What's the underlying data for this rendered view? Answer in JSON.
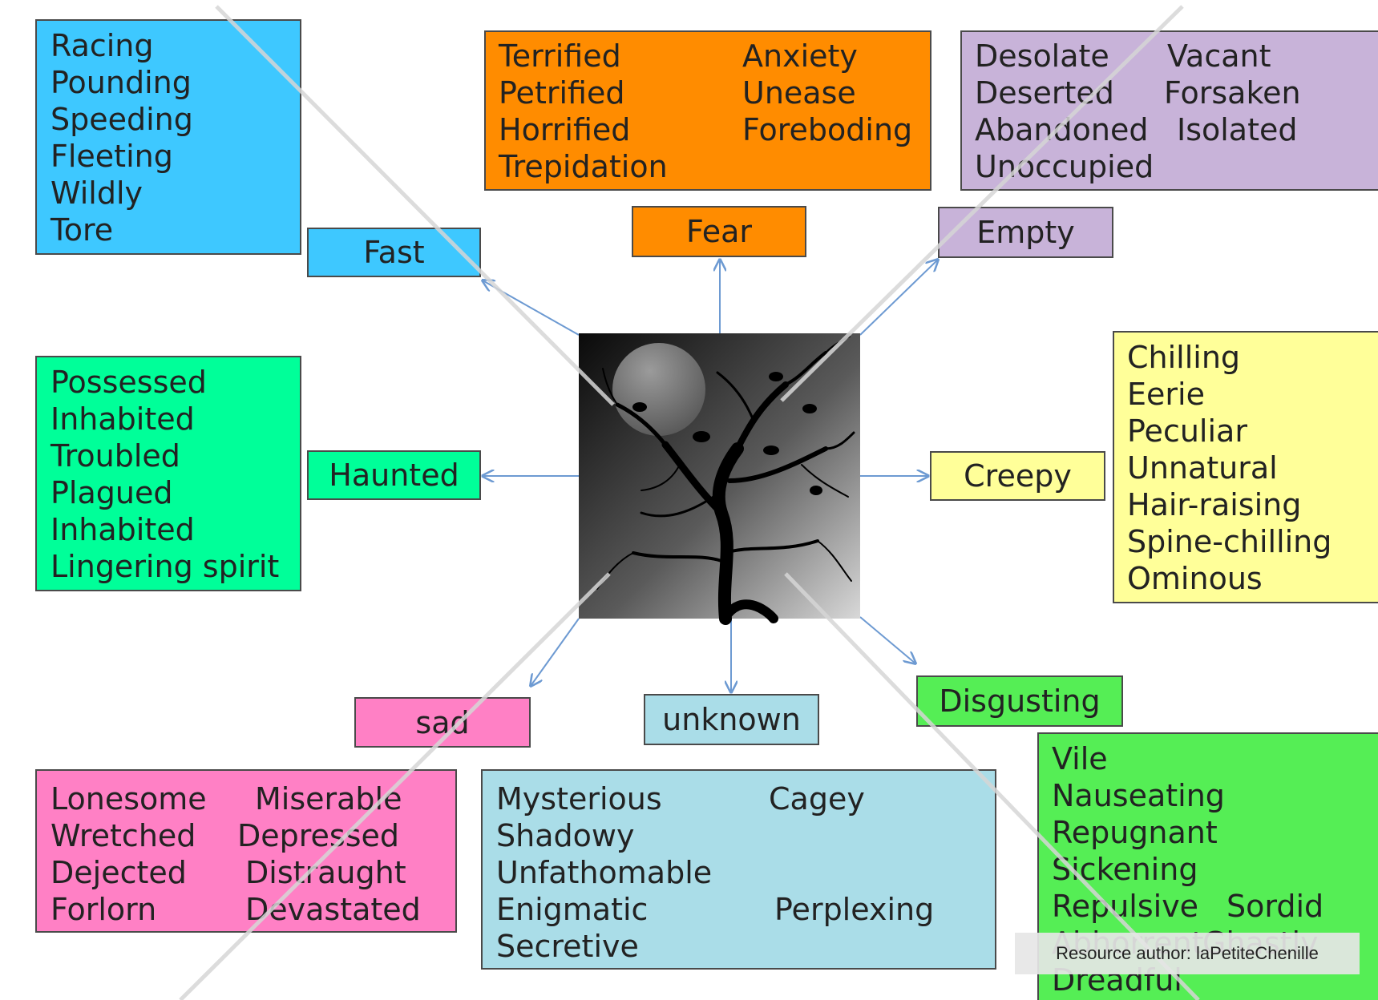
{
  "colors": {
    "fast": "#3ec8ff",
    "fear": "#ff8c00",
    "empty": "#c8b3d9",
    "haunted": "#00ff99",
    "creepy": "#ffff99",
    "sad": "#ff80c5",
    "unknown": "#aadde8",
    "disgusting": "#55ee55",
    "arrow": "#6d9ad2"
  },
  "center_image": {
    "icon": "dead-tree-with-crows-icon"
  },
  "categories": {
    "fast": {
      "label": "Fast",
      "words": [
        "Racing",
        "Pounding",
        "Speeding",
        "Fleeting",
        "Wildly",
        "Tore"
      ]
    },
    "fear": {
      "label": "Fear",
      "words": [
        "Terrified",
        "Anxiety",
        "Petrified",
        "Unease",
        "Horrified",
        "Foreboding",
        "Trepidation"
      ]
    },
    "empty": {
      "label": "Empty",
      "words": [
        "Desolate",
        "Vacant",
        "Deserted",
        "Forsaken",
        "Abandoned",
        "Isolated",
        "Unoccupied"
      ]
    },
    "haunted": {
      "label": "Haunted",
      "words": [
        "Possessed",
        "Inhabited",
        "Troubled",
        "Plagued",
        "Inhabited",
        "Lingering spirit"
      ]
    },
    "creepy": {
      "label": "Creepy",
      "words": [
        "Chilling",
        "Eerie",
        "Peculiar",
        "Unnatural",
        "Hair-raising",
        "Spine-chilling",
        "Ominous"
      ]
    },
    "sad": {
      "label": "sad",
      "words": [
        "Lonesome",
        "Miserable",
        "Wretched",
        "Depressed",
        "Dejected",
        "Distraught",
        "Forlorn",
        "Devastated"
      ]
    },
    "unknown": {
      "label": "unknown",
      "words": [
        "Mysterious",
        "Cagey",
        "Shadowy",
        "Unfathomable",
        "Enigmatic",
        "Perplexing",
        "Secretive"
      ]
    },
    "disgusting": {
      "label": "Disgusting",
      "words": [
        "Vile",
        "Nauseating",
        "Repugnant",
        "Sickening",
        "Repulsive",
        "Sordid",
        "Abhorrent",
        "Ghastly",
        "Dreadful"
      ]
    }
  },
  "credit": "Resource author: laPetiteChenille"
}
